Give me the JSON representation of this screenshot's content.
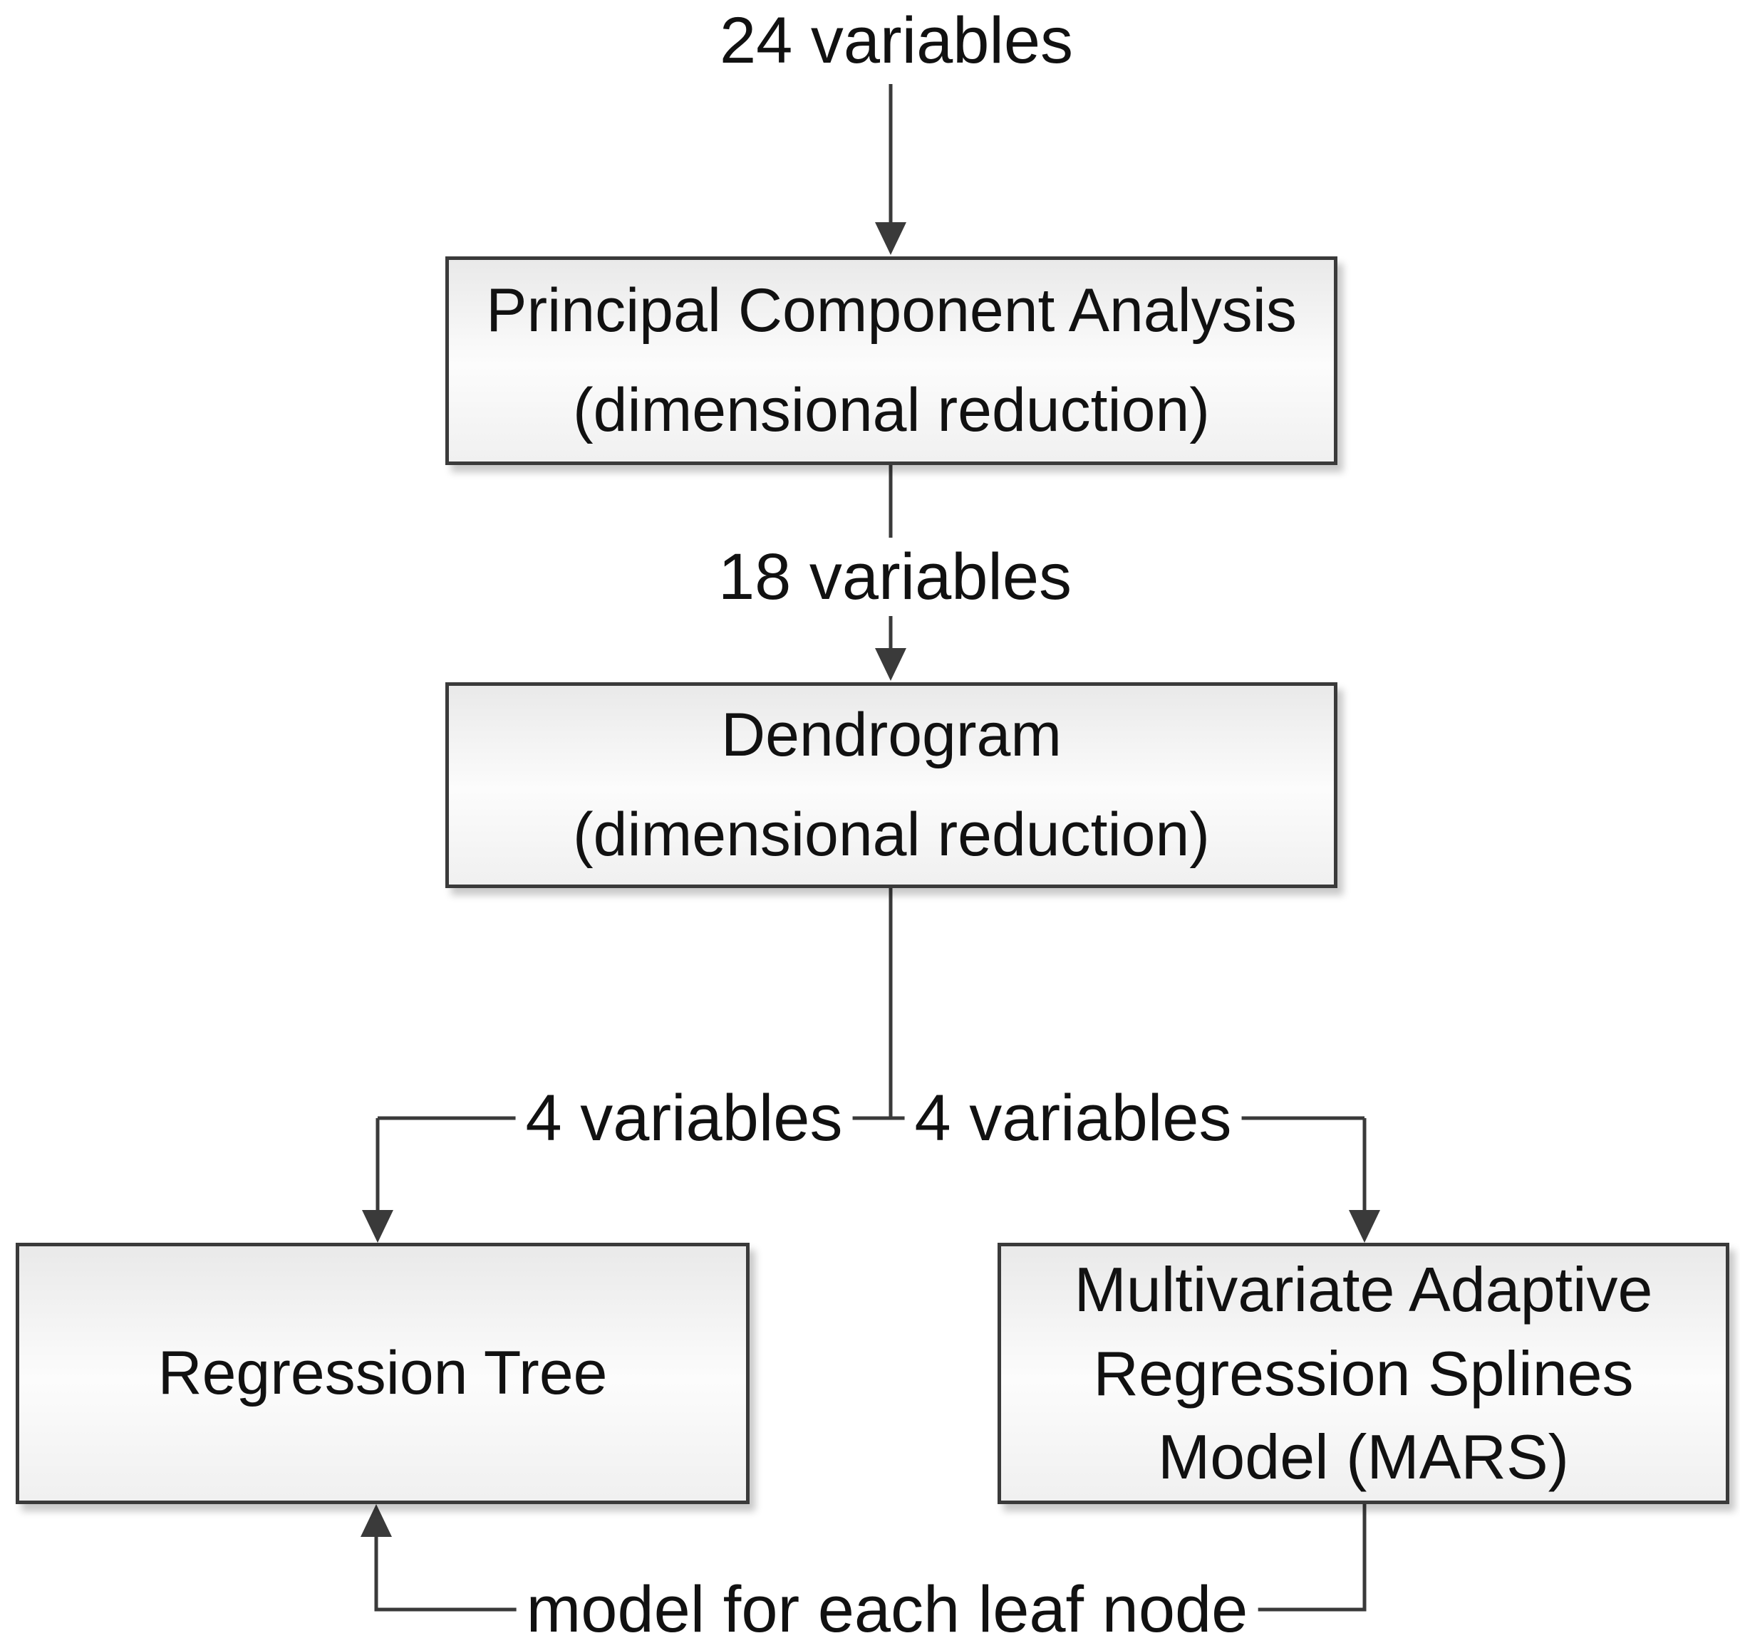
{
  "diagram": {
    "type": "flowchart",
    "nodes": {
      "pca": {
        "line1": "Principal Component Analysis",
        "line2": "(dimensional reduction)"
      },
      "dendrogram": {
        "line1": "Dendrogram",
        "line2": "(dimensional reduction)"
      },
      "regression_tree": {
        "label": "Regression Tree"
      },
      "mars": {
        "line1": "Multivariate Adaptive",
        "line2": "Regression Splines",
        "line3": "Model (MARS)"
      }
    },
    "edge_labels": {
      "input_to_pca": "24 variables",
      "pca_to_dendrogram": "18 variables",
      "dendrogram_to_tree": "4 variables",
      "dendrogram_to_mars": "4 variables",
      "mars_to_tree": "model for each leaf node"
    },
    "colors": {
      "background": "#ffffff",
      "box_border": "#3a3a3a",
      "box_fill_top": "#e9e9e9",
      "box_fill_mid": "#fcfcfc",
      "box_fill_bottom": "#f0f0f0",
      "connector": "#3a3a3a",
      "text": "#111111"
    }
  }
}
